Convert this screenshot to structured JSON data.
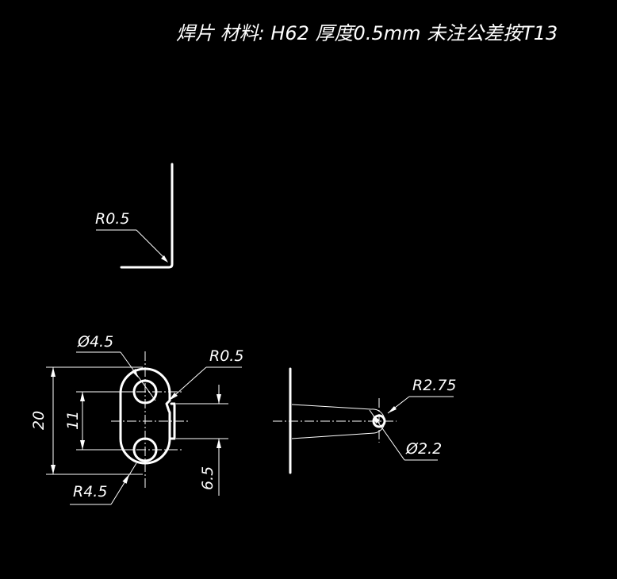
{
  "title": "焊片    材料: H62  厚度0.5mm  未注公差按T13",
  "bend_view": {
    "radius_label": "R0.5"
  },
  "front_view": {
    "hole_diameter_label": "Ø4.5",
    "notch_radius_label": "R0.5",
    "height_label": "20",
    "hole_spacing_label": "11",
    "notch_width_label": "6.5",
    "corner_radius_label": "R4.5"
  },
  "side_view": {
    "tip_radius_label": "R2.75",
    "tip_hole_label": "Ø2.2"
  }
}
